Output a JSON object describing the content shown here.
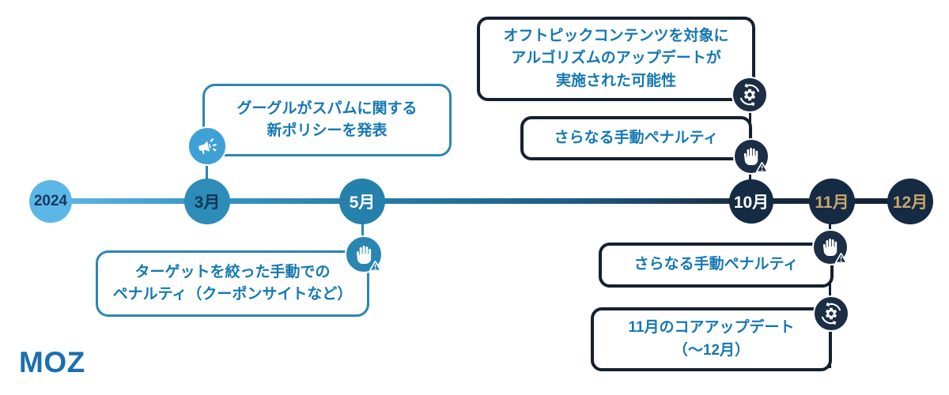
{
  "brand": {
    "logo_text": "MOZ",
    "logo_color": "#1a6fb0"
  },
  "timeline": {
    "year": {
      "label": "2024"
    },
    "nodes": [
      {
        "id": "march",
        "label": "3月"
      },
      {
        "id": "may",
        "label": "5月"
      },
      {
        "id": "october",
        "label": "10月"
      },
      {
        "id": "november",
        "label": "11月"
      },
      {
        "id": "december",
        "label": "12月"
      }
    ]
  },
  "callouts": {
    "march_policy": {
      "lines": [
        "グーグルがスパムに関する",
        "新ポリシーを発表"
      ],
      "icon": "megaphone-icon",
      "connected_to": "3月"
    },
    "october_algorithm": {
      "lines": [
        "オフトピックコンテンツを対象に",
        "アルゴリズムのアップデートが",
        "実施された可能性"
      ],
      "icon": "gear-refresh-icon",
      "connected_to": "10月"
    },
    "october_manual": {
      "lines": [
        "さらなる手動ペナルティ"
      ],
      "icon": "hand-stop-icon",
      "connected_to": "10月"
    },
    "may_manual": {
      "lines": [
        "ターゲットを絞った手動での",
        "ペナルティ（クーポンサイトなど）"
      ],
      "icon": "hand-stop-icon",
      "connected_to": "5月"
    },
    "november_manual": {
      "lines": [
        "さらなる手動ペナルティ"
      ],
      "icon": "hand-stop-icon",
      "connected_to": "11月"
    },
    "november_core": {
      "lines": [
        "11月のコアアップデート",
        "（〜12月）"
      ],
      "icon": "gear-refresh-icon",
      "connected_to": "11月"
    }
  },
  "colors": {
    "timeline_gradient_start": "#5fbae8",
    "timeline_gradient_mid": "#2580ab",
    "timeline_gradient_end": "#141f30",
    "year_node": "#5bb7e7",
    "march_node": "#2e8cb8",
    "may_node": "#2580ab",
    "dark_node": "#152a43",
    "gold_text": "#c9a66b",
    "callout_text": "#1478b2",
    "teal_border": "#2c85b2",
    "navy_border": "#15202f",
    "megaphone_circle": "#3fa0d6",
    "navy_icon_circle": "#1c2e45"
  }
}
